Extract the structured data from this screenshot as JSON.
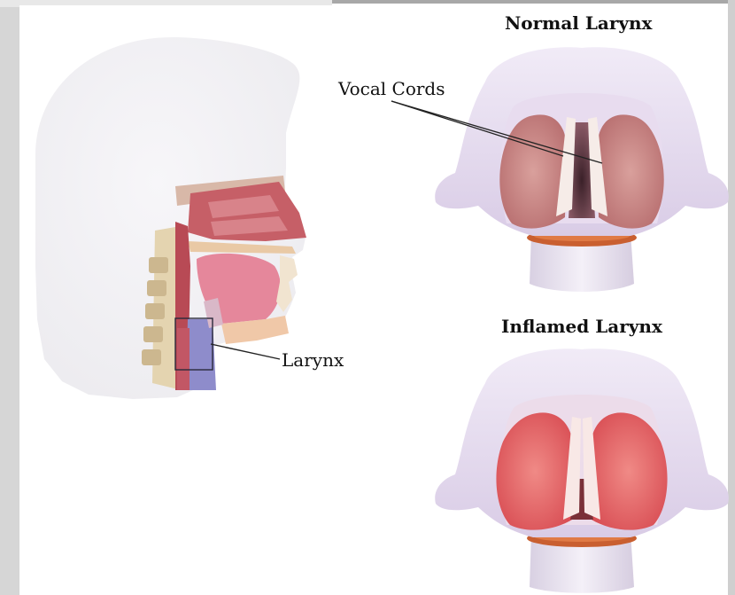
{
  "labels": {
    "normal_title": "Normal Larynx",
    "inflamed_title": "Inflamed Larynx",
    "vocal_cords": "Vocal Cords",
    "larynx": "Larynx"
  },
  "colors": {
    "skin": "#f3f1f5",
    "nasal_tissue": "#c9636a",
    "tongue": "#e18a9a",
    "spine": "#e6d7b4",
    "airway": "#8b89c8",
    "larynx_frame": "#e4d9f0",
    "normal_cords_tissue": "#c88583",
    "inflamed_cords_tissue": "#e36868",
    "cartilage_ring": "#cc6132"
  },
  "illustration": {
    "head": "head-cross-section",
    "normal": "normal-larynx-view",
    "inflamed": "inflamed-larynx-view"
  }
}
